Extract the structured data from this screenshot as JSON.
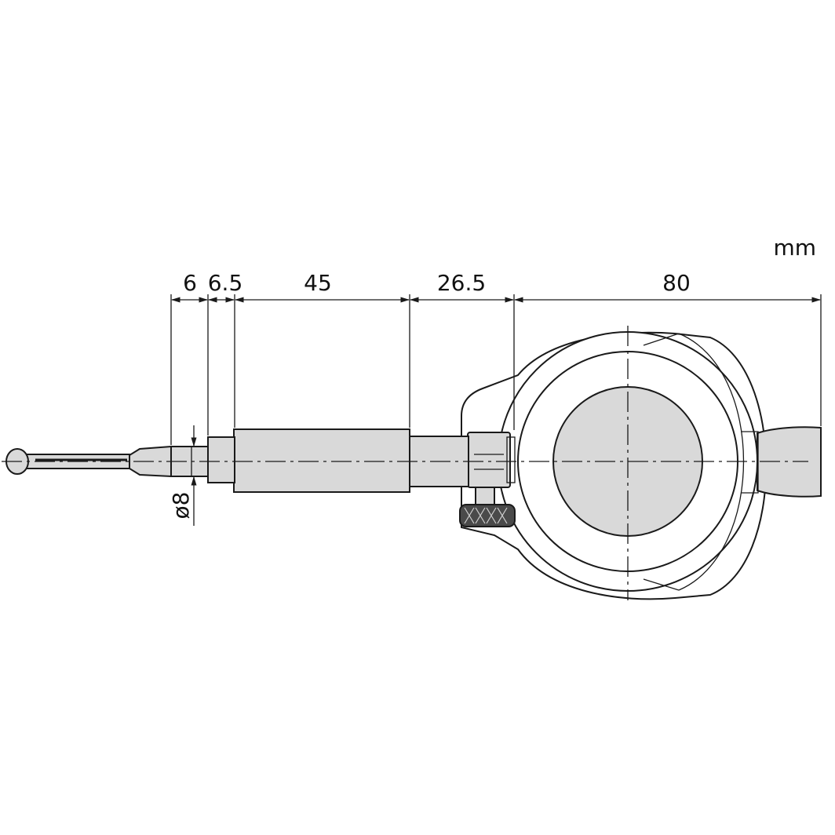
{
  "units": "mm",
  "dimensions": [
    {
      "id": "tip",
      "label": "6"
    },
    {
      "id": "collar",
      "label": "6.5"
    },
    {
      "id": "sleeve",
      "label": "45"
    },
    {
      "id": "neck",
      "label": "26.5"
    },
    {
      "id": "dial",
      "label": "80"
    }
  ],
  "diameter": {
    "label": "ø8"
  },
  "colors": {
    "body_fill": "#d9d9d9",
    "line": "#1a1a1a",
    "background": "#ffffff"
  }
}
